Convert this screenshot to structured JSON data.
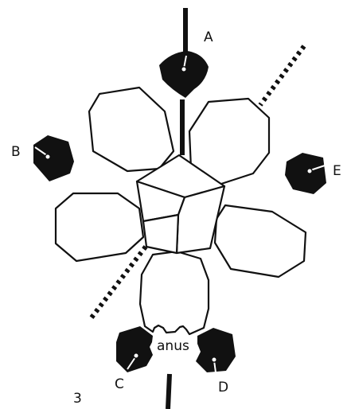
{
  "figure_number": "3",
  "labels": {
    "a": "A",
    "b": "B",
    "c": "C",
    "d": "D",
    "e": "E",
    "anus": "anus"
  },
  "colors": {
    "ink": "#111111",
    "background": "#ffffff"
  }
}
